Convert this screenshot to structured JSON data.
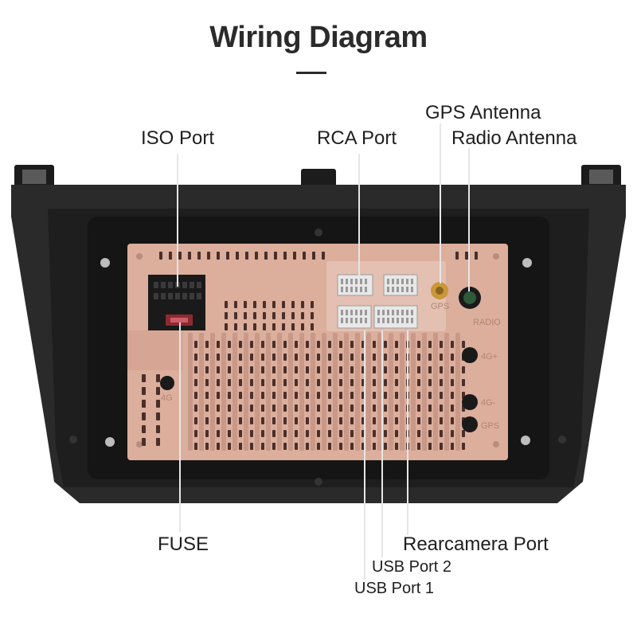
{
  "header": {
    "title": "Wiring Diagram"
  },
  "callouts": {
    "iso_port": "ISO Port",
    "rca_port": "RCA Port",
    "gps_antenna": "GPS Antenna",
    "radio_antenna": "Radio Antenna",
    "fuse": "FUSE",
    "rearcamera_port": "Rearcamera Port",
    "usb_port_2": "USB Port 2",
    "usb_port_1": "USB Port 1"
  },
  "unit_markings": {
    "gps": "GPS",
    "radio": "RADIO",
    "lte_plus": "4G+",
    "lte_minus": "4G-",
    "gps_lower": "GPS",
    "four_g": "4G"
  },
  "colors": {
    "housing": "#2a2a2a",
    "panel": "#dcae9c",
    "vent": "#4a2f29",
    "callout_line": "#e0e0e0",
    "text": "#1f1f1f"
  }
}
